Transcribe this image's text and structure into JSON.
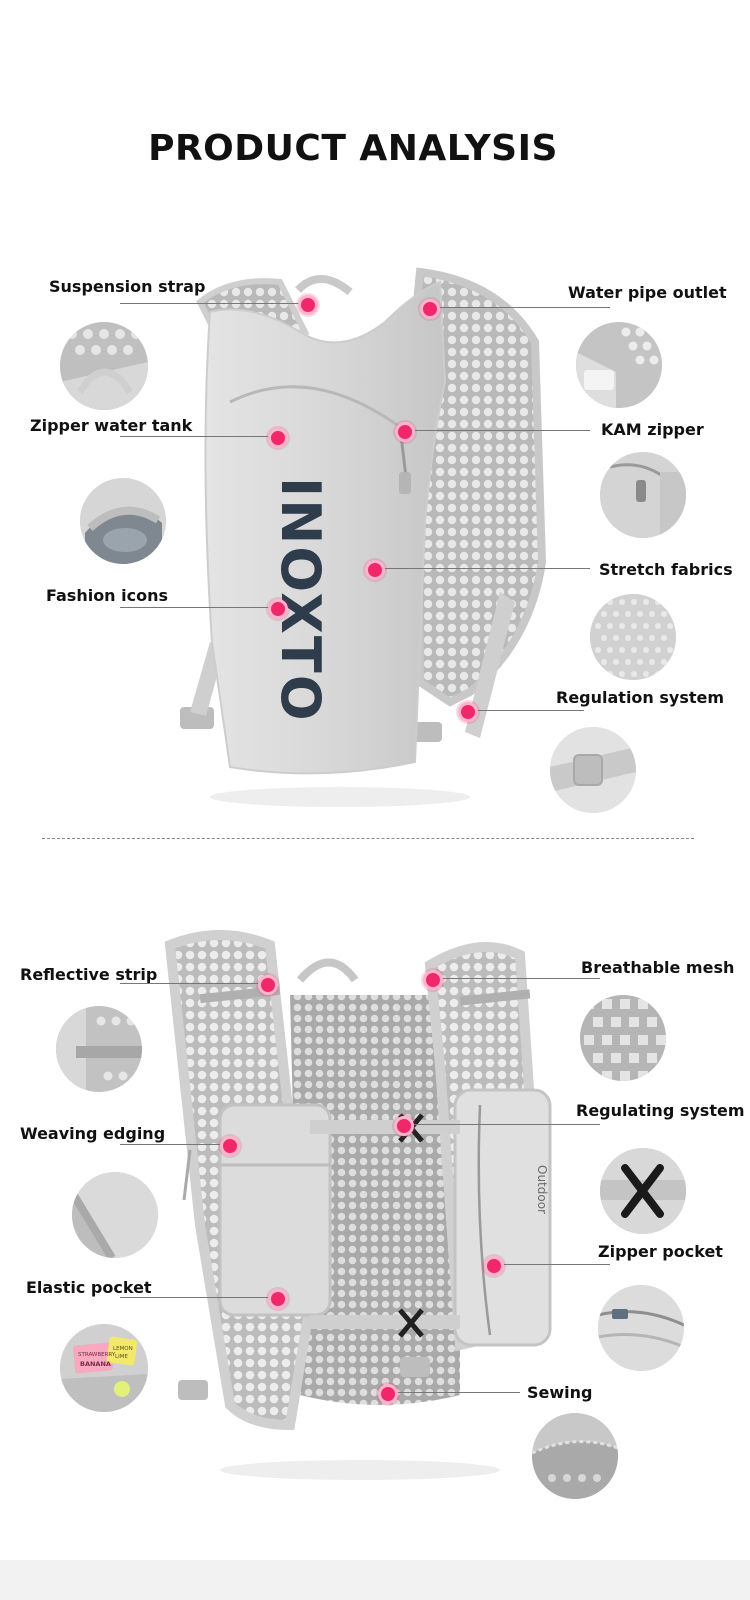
{
  "title": "PRODUCT ANALYSIS",
  "brand_logo": "INOXTO",
  "front_view": {
    "labels": {
      "suspension_strap": "Suspension strap",
      "zipper_water_tank": "Zipper water tank",
      "fashion_icons": "Fashion icons",
      "water_pipe_outlet": "Water pipe outlet",
      "kam_zipper": "KAM zipper",
      "stretch_fabrics": "Stretch fabrics",
      "regulation_system": "Regulation system"
    }
  },
  "back_view": {
    "labels": {
      "reflective_strip": "Reflective strip",
      "weaving_edging": "Weaving edging",
      "elastic_pocket": "Elastic pocket",
      "breathable_mesh": "Breathable mesh",
      "regulating_system": "Regulating system",
      "zipper_pocket": "Zipper pocket",
      "sewing": "Sewing"
    },
    "detail_snack_labels": [
      "STRAWBERRY",
      "BANANA",
      "LEMON",
      "LIME"
    ],
    "pocket_print": "Outdoor"
  },
  "colors": {
    "accent_dot": "#f0286a",
    "vest_body": "#d9d9d9",
    "mesh": "#c4c4c4",
    "logo": "#2e3c4c"
  }
}
